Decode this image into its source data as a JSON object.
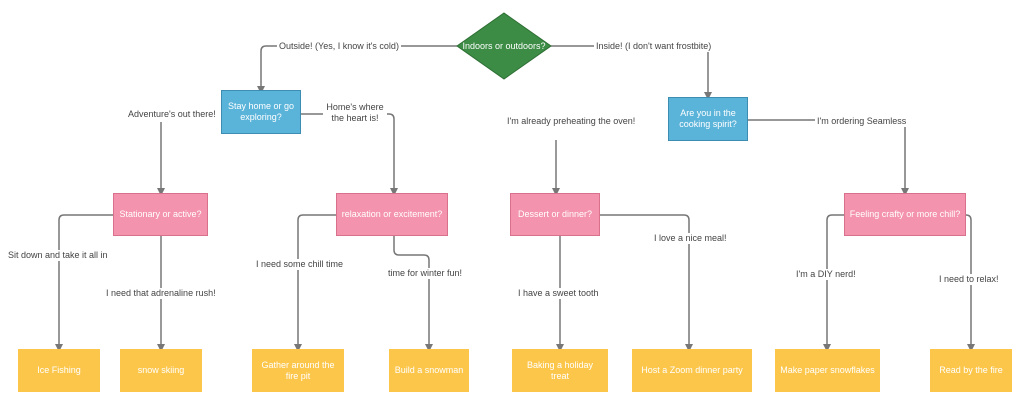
{
  "root": {
    "label": "Indoors or outdoors?",
    "color": "#3c8c45"
  },
  "colors": {
    "decision": "#5ab3d9",
    "question": "#f493ad",
    "outcome": "#fcc64b",
    "connector": "#777777"
  },
  "decisions": {
    "outdoors": "Stay home or go exploring?",
    "indoors": "Are you in the cooking spirit?"
  },
  "questions": {
    "stationary": "Stationary or active?",
    "relaxation": "relaxation or excitement?",
    "dessert": "Dessert or dinner?",
    "crafty": "Feeling crafty or more chill?"
  },
  "outcomes": [
    "Ice Fishing",
    "snow skiing",
    "Gather around the fire pit",
    "Build a snowman",
    "Baking a holiday treat",
    "Host a Zoom dinner party",
    "Make paper snowflakes",
    "Read by the fire"
  ],
  "edge_labels": {
    "outside": "Outside! (Yes, I know it's cold)",
    "inside": "Inside! (I don't want frostbite)",
    "adventure": "Adventure's out there!",
    "home": "Home's where the heart is!",
    "preheating": "I'm already preheating the oven!",
    "seamless": "I'm ordering Seamless",
    "sit_down": "Sit down and take it all in",
    "adrenaline": "I need that adrenaline rush!",
    "chill_time": "I need some chill time",
    "winter_fun": "time for winter fun!",
    "sweet_tooth": "I have a sweet tooth",
    "nice_meal": "I love a nice meal!",
    "diy": "I'm a DIY nerd!",
    "relax": "I need to relax!"
  }
}
